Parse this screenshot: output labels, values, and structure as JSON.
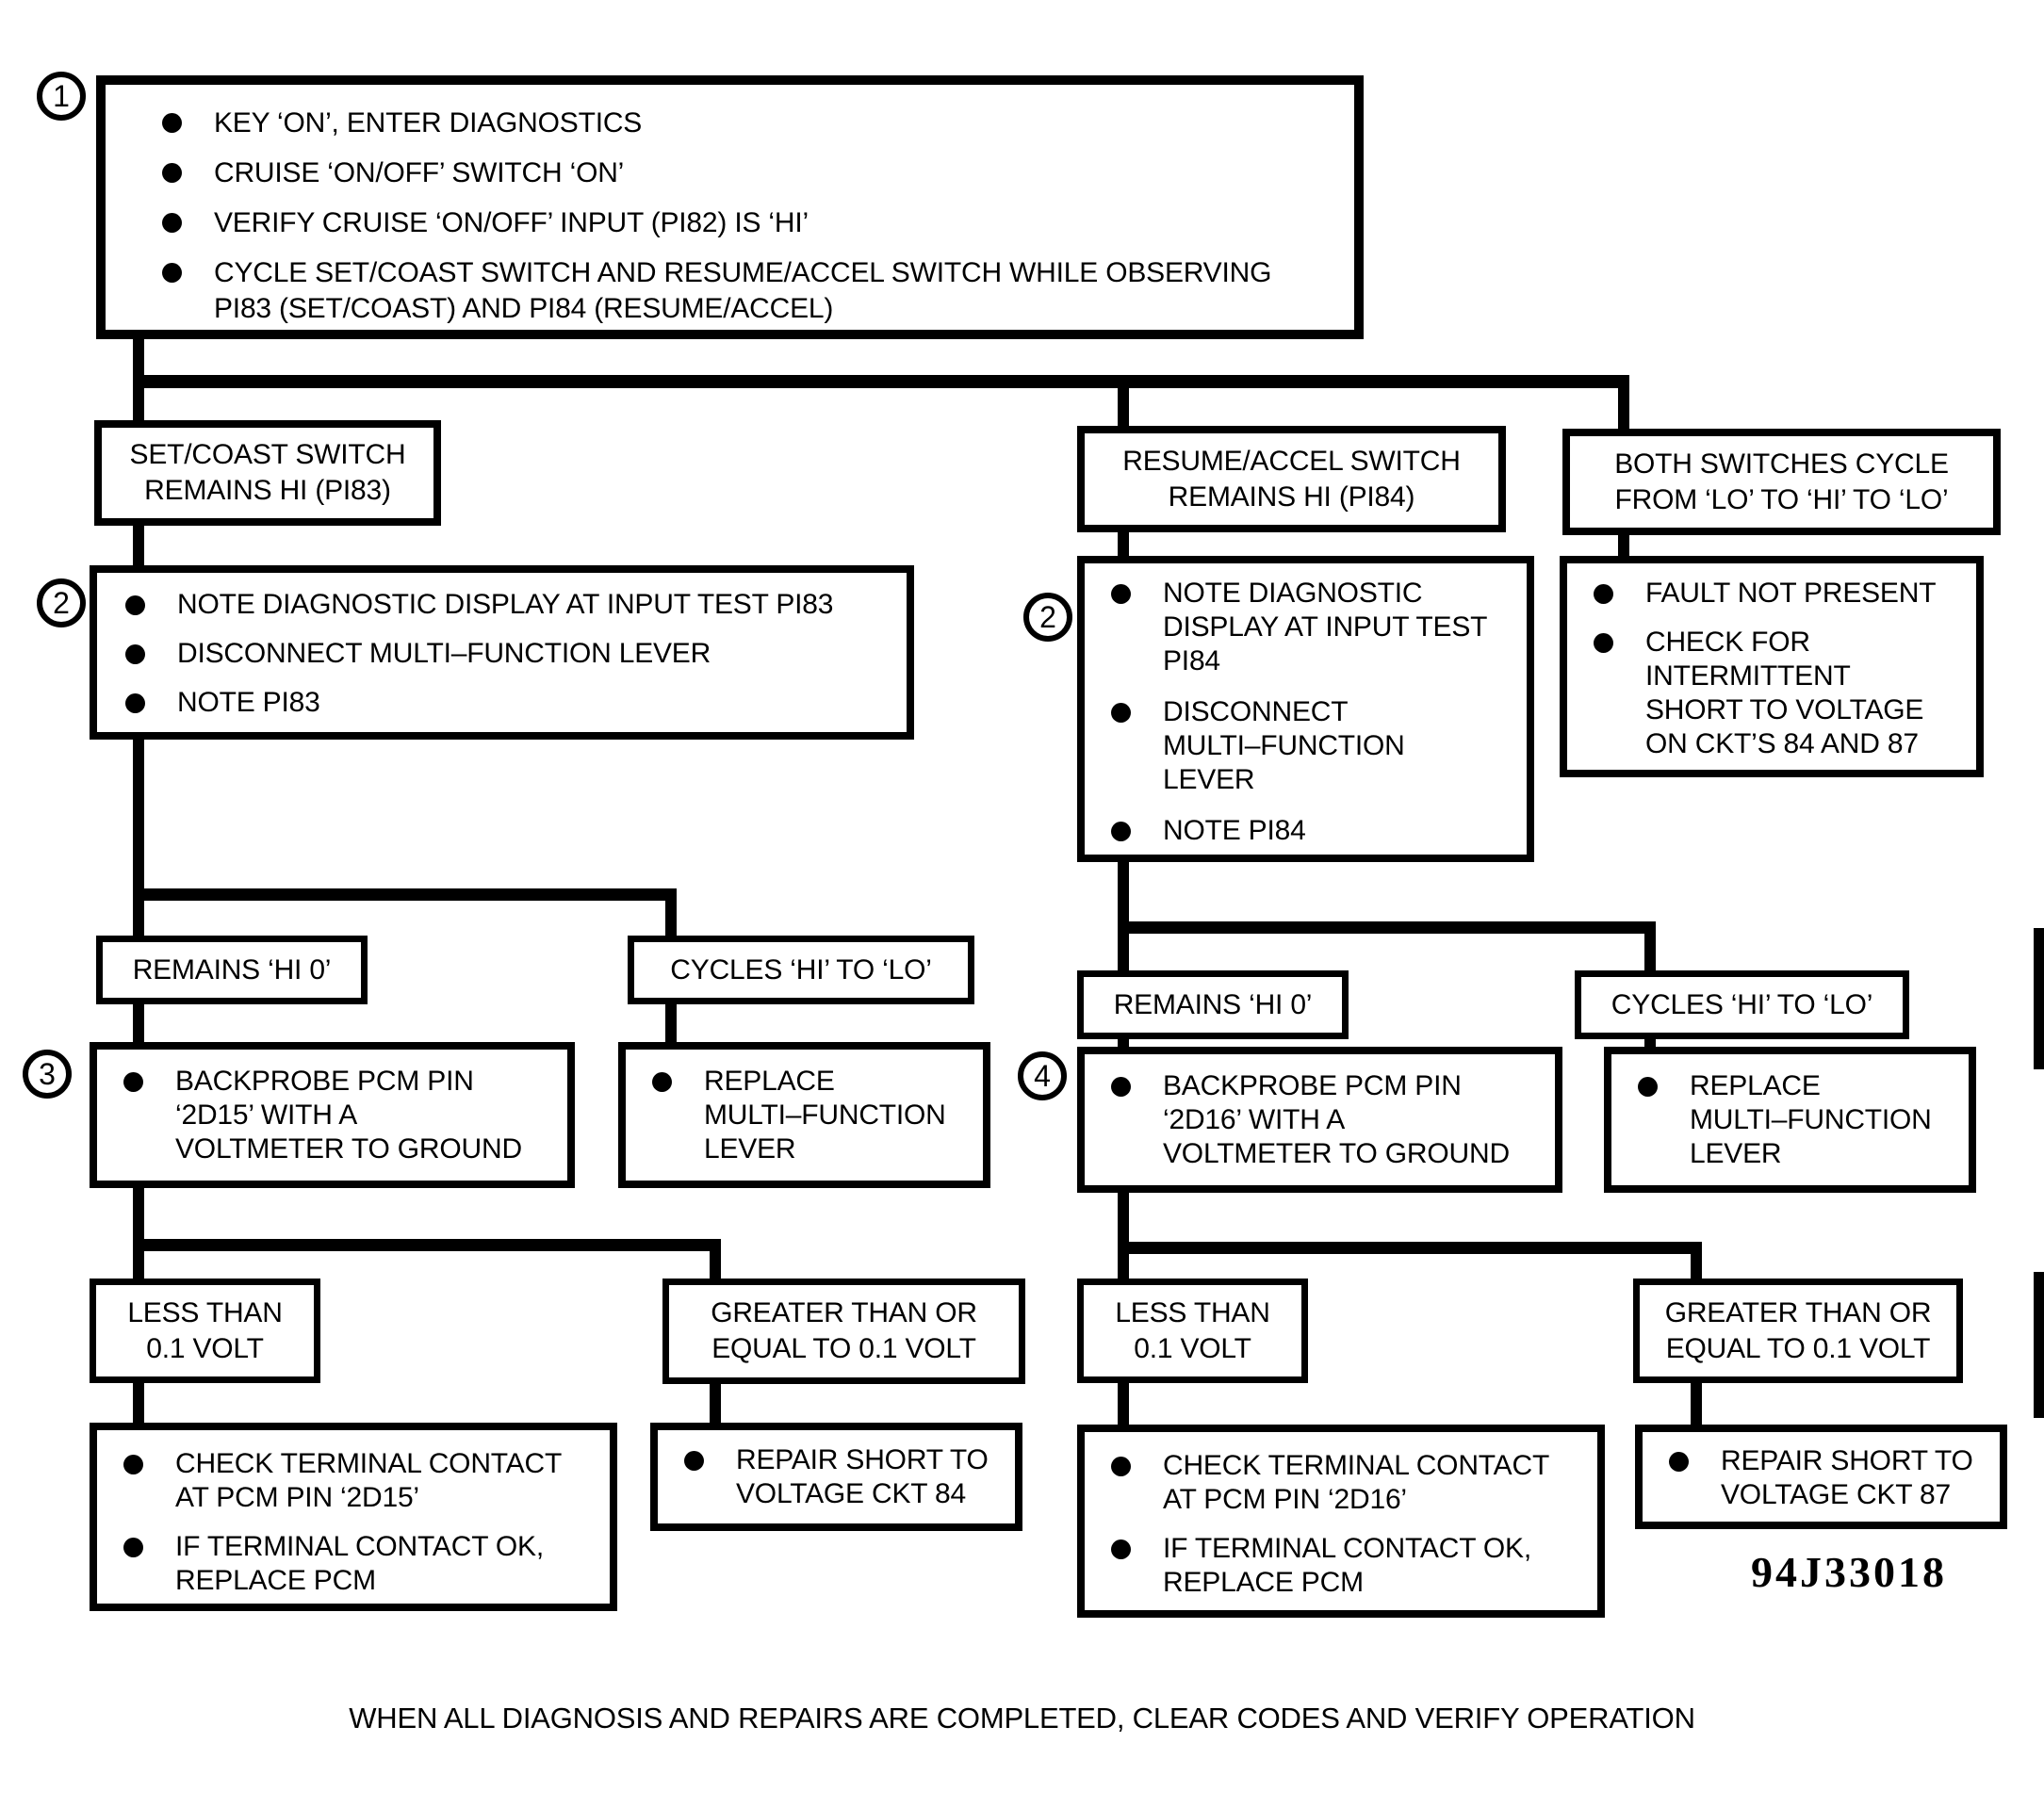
{
  "badges": {
    "step1": "1",
    "step2_left": "2",
    "step2_mid": "2",
    "step3": "3",
    "step4": "4"
  },
  "start": {
    "bullets": [
      "KEY ‘ON’, ENTER DIAGNOSTICS",
      "CRUISE ‘ON/OFF’ SWITCH ‘ON’",
      "VERIFY CRUISE ‘ON/OFF’ INPUT (PI82) IS ‘HI’",
      "CYCLE SET/COAST SWITCH AND RESUME/ACCEL SWITCH WHILE OBSERVING\nPI83 (SET/COAST) AND PI84 (RESUME/ACCEL)"
    ]
  },
  "headers": {
    "set_coast": "SET/COAST SWITCH\nREMAINS HI (PI83)",
    "resume": "RESUME/ACCEL SWITCH\nREMAINS HI (PI84)",
    "both": "BOTH SWITCHES CYCLE\nFROM ‘LO’ TO ‘HI’ TO ‘LO’"
  },
  "actions": {
    "set_coast": [
      "NOTE DIAGNOSTIC DISPLAY AT INPUT TEST PI83",
      "DISCONNECT MULTI–FUNCTION LEVER",
      "NOTE PI83"
    ],
    "resume": [
      "NOTE DIAGNOSTIC\nDISPLAY AT INPUT TEST\nPI84",
      "DISCONNECT\nMULTI–FUNCTION\nLEVER",
      "NOTE PI84"
    ],
    "both": [
      "FAULT NOT PRESENT",
      "CHECK FOR\nINTERMITTENT\nSHORT TO VOLTAGE\nON CKT’S 84 AND 87"
    ]
  },
  "left": {
    "remains": "REMAINS ‘HI 0’",
    "cycles": "CYCLES ‘HI’ TO ‘LO’",
    "backprobe": "BACKPROBE PCM PIN\n‘2D15’ WITH A\nVOLTMETER TO GROUND",
    "replace": "REPLACE\nMULTI–FUNCTION\nLEVER",
    "less": "LESS THAN\n0.1 VOLT",
    "greater": "GREATER THAN OR\nEQUAL TO 0.1 VOLT",
    "check": [
      "CHECK TERMINAL CONTACT\nAT PCM PIN ‘2D15’",
      "IF TERMINAL CONTACT OK,\nREPLACE PCM"
    ],
    "repair": "REPAIR SHORT TO\nVOLTAGE CKT 84"
  },
  "right": {
    "remains": "REMAINS ‘HI 0’",
    "cycles": "CYCLES ‘HI’ TO ‘LO’",
    "backprobe": "BACKPROBE PCM PIN\n‘2D16’ WITH A\nVOLTMETER TO GROUND",
    "replace": "REPLACE\nMULTI–FUNCTION\nLEVER",
    "less": "LESS THAN\n0.1 VOLT",
    "greater": "GREATER THAN OR\nEQUAL TO 0.1 VOLT",
    "check": [
      "CHECK TERMINAL CONTACT\nAT PCM PIN ‘2D16’",
      "IF TERMINAL CONTACT OK,\nREPLACE PCM"
    ],
    "repair": "REPAIR SHORT TO\nVOLTAGE CKT 87"
  },
  "figure_number": "94J33018",
  "footer": "WHEN ALL DIAGNOSIS AND REPAIRS ARE COMPLETED, CLEAR CODES AND VERIFY OPERATION"
}
